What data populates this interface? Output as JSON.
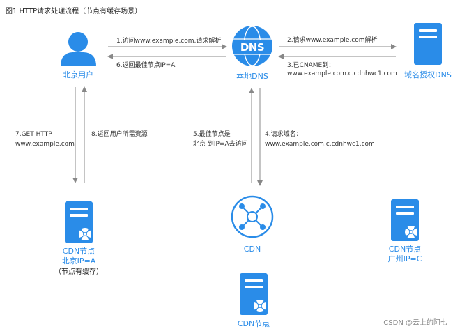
{
  "diagram": {
    "title": "图1 HTTP请求处理流程（节点有缓存场景）",
    "nodes": {
      "user": "北京用户",
      "local_dns": "本地DNS",
      "dns_icon_text": "DNS",
      "auth_dns": "域名授权DNS",
      "cdn": "CDN",
      "cdn_bj_line1": "CDN节点",
      "cdn_bj_line2": "北京IP=A",
      "cdn_bj_line3": "（节点有缓存）",
      "cdn_gz_line1": "CDN节点",
      "cdn_gz_line2": "广州IP=C",
      "cdn_bottom": "CDN节点"
    },
    "steps": {
      "s1": "1.访问www.example.com,请求解析",
      "s2": "2.请求www.example.com解析",
      "s3_line1": "3.已CNAME到：",
      "s3_line2": "www.example.com.c.cdnhwc1.com",
      "s4_line1": "4.请求域名：",
      "s4_line2": "www.example.com.c.cdnhwc1.com",
      "s5_line1": "5.最佳节点是",
      "s5_line2": "北京 到IP=A去访问",
      "s6": "6.返回最佳节点IP=A",
      "s7_line1": "7.GET HTTP",
      "s7_line2": "www.example.com",
      "s8": "8.返回用户所需资源"
    },
    "watermark": "CSDN @云上的阿七"
  },
  "colors": {
    "accent": "#2a8ce8",
    "arrow": "#888888"
  }
}
